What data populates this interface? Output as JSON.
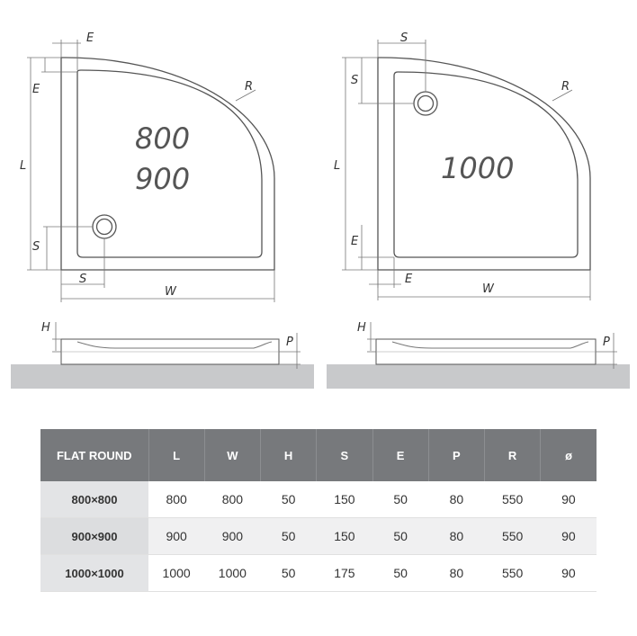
{
  "drawing_left": {
    "size_line1": "800",
    "size_line2": "900",
    "dims": {
      "E": "E",
      "L": "L",
      "S_vert": "S",
      "S_horiz": "S",
      "R": "R",
      "W": "W",
      "H": "H",
      "P": "P"
    }
  },
  "drawing_right": {
    "size_line1": "1000",
    "dims": {
      "S_horiz": "S",
      "S_vert": "S",
      "R": "R",
      "L": "L",
      "E_vert": "E",
      "E_horiz": "E",
      "W": "W",
      "H": "H",
      "P": "P"
    }
  },
  "table": {
    "headers": [
      "FLAT ROUND",
      "L",
      "W",
      "H",
      "S",
      "E",
      "P",
      "R",
      "ø"
    ],
    "rows": [
      [
        "800×800",
        "800",
        "800",
        "50",
        "150",
        "50",
        "80",
        "550",
        "90"
      ],
      [
        "900×900",
        "900",
        "900",
        "50",
        "150",
        "50",
        "80",
        "550",
        "90"
      ],
      [
        "1000×1000",
        "1000",
        "1000",
        "50",
        "175",
        "50",
        "80",
        "550",
        "90"
      ]
    ]
  },
  "colors": {
    "header_bg": "#77797c",
    "floor": "#c8c9cb",
    "line": "#555555"
  }
}
